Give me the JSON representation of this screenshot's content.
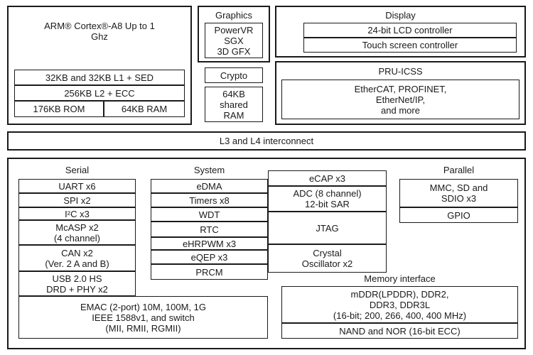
{
  "cpu": {
    "label": "ARM® Cortex®-A8 Up to 1 Ghz",
    "cache": [
      "32KB and 32KB L1 + SED",
      "256KB L2 + ECC"
    ],
    "rom": "176KB ROM",
    "ram": "64KB RAM"
  },
  "graphics": {
    "title": "Graphics",
    "content": "PowerVR\nSGX\n3D GFX"
  },
  "crypto": "Crypto",
  "shared_ram": "64KB\nshared\nRAM",
  "display": {
    "title": "Display",
    "items": [
      "24-bit LCD controller",
      "Touch screen controller"
    ]
  },
  "pru": {
    "title": "PRU-ICSS",
    "content": "EtherCAT, PROFINET,\nEtherNet/IP,\nand more"
  },
  "interconnect": "L3 and L4 interconnect",
  "serial": {
    "title": "Serial",
    "items": [
      "UART x6",
      "SPI x2",
      "I²C x3",
      "McASP x2\n(4 channel)",
      "CAN x2\n(Ver. 2 A and B)",
      "USB 2.0 HS\nDRD + PHY x2"
    ]
  },
  "system": {
    "title": "System",
    "items": [
      "eDMA",
      "Timers x8",
      "WDT",
      "RTC",
      "eHRPWM x3",
      "eQEP x3",
      "PRCM"
    ]
  },
  "mid_column": [
    "eCAP x3",
    "ADC (8 channel)\n12-bit SAR",
    "JTAG",
    "Crystal\nOscillator x2"
  ],
  "parallel": {
    "title": "Parallel",
    "items": [
      "MMC, SD and\nSDIO x3",
      "GPIO"
    ]
  },
  "emac": "EMAC (2-port) 10M, 100M, 1G\nIEEE 1588v1, and switch\n(MII, RMII, RGMII)",
  "memory": {
    "title": "Memory interface",
    "items": [
      "mDDR(LPDDR), DDR2,\nDDR3, DDR3L\n(16-bit; 200, 266, 400, 400 MHz)",
      "NAND and NOR (16-bit ECC)"
    ]
  }
}
